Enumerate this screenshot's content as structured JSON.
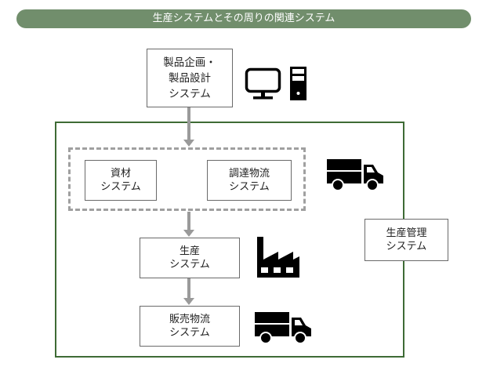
{
  "title": "生産システムとその周りの関連システム",
  "nodes": {
    "product_design": {
      "line1": "製品企画・",
      "line2": "製品設計",
      "line3": "システム",
      "icon": "computer-icon"
    },
    "materials": {
      "line1": "資材",
      "line2": "システム"
    },
    "procurement_logistics": {
      "line1": "調達物流",
      "line2": "システム",
      "icon": "truck-icon"
    },
    "production": {
      "line1": "生産",
      "line2": "システム",
      "icon": "factory-icon"
    },
    "sales_logistics": {
      "line1": "販売物流",
      "line2": "システム",
      "icon": "truck-icon"
    },
    "production_management": {
      "line1": "生産管理",
      "line2": "システム"
    }
  },
  "colors": {
    "title_bg": "#718e6c",
    "frame": "#3e6b35",
    "arrow": "#9a9a9a",
    "dashed": "#a0a0a0"
  }
}
